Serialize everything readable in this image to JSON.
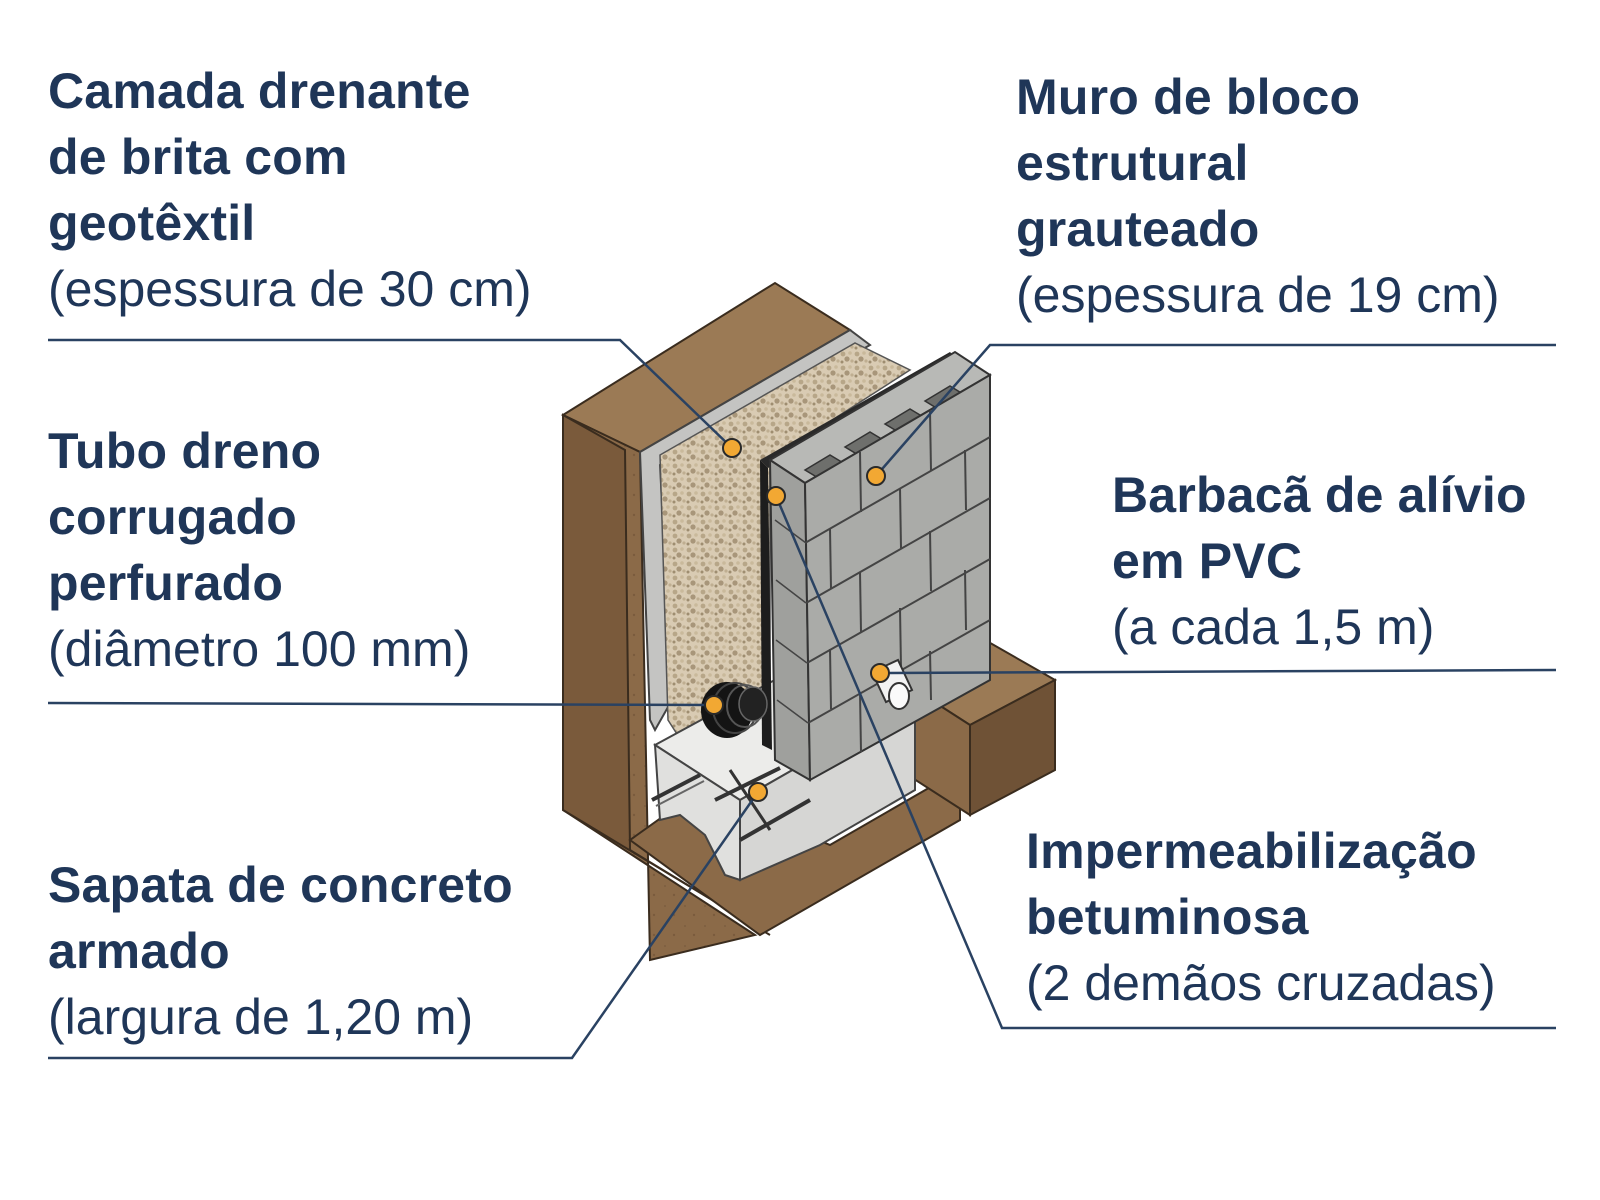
{
  "labels": {
    "drain_layer": {
      "title_lines": [
        "Camada drenante",
        "de brita com",
        "geotêxtil"
      ],
      "spec": "(espessura de 30 cm)"
    },
    "block_wall": {
      "title_lines": [
        "Muro de bloco",
        "estrutural",
        "grauteado"
      ],
      "spec": "(espessura de 19 cm)"
    },
    "drain_pipe": {
      "title_lines": [
        "Tubo dreno",
        "corrugado",
        "perfurado"
      ],
      "spec": "(diâmetro 100 mm)"
    },
    "weep_hole": {
      "title_lines": [
        "Barbacã de alívio",
        "em PVC"
      ],
      "spec": "(a cada 1,5 m)"
    },
    "footing": {
      "title_lines": [
        "Sapata de concreto",
        "armado"
      ],
      "spec": "(largura de 1,20 m)"
    },
    "waterproofing": {
      "title_lines": [
        "Impermeabilização",
        "betuminosa"
      ],
      "spec": "(2 demãos cruzadas)"
    }
  },
  "colors": {
    "text": "#1f3658",
    "leader": "#2a4262",
    "marker": "#f2a833",
    "soil": "#8b6a48",
    "soil_dark": "#6f5236",
    "gravel": "#d9cbb3",
    "geotextile": "#bfbfbf",
    "block": "#a9aaa7",
    "concrete": "#e4e4e2",
    "bitumen": "#1d1d1d"
  }
}
